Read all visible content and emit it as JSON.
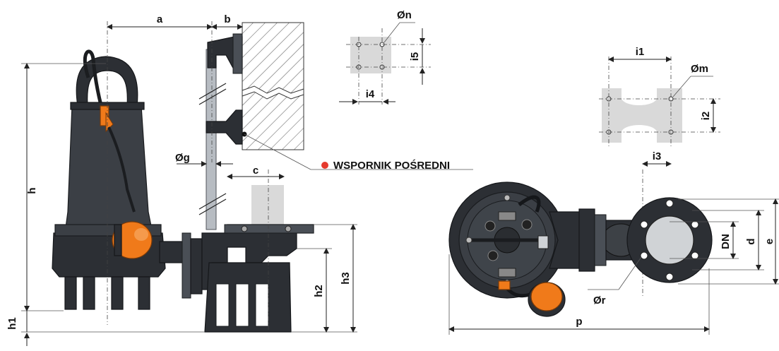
{
  "labels": {
    "a": "a",
    "b": "b",
    "c": "c",
    "h": "h",
    "h1": "h1",
    "h2": "h2",
    "h3": "h3",
    "g": "Øg",
    "n": "Øn",
    "i4": "i4",
    "i5": "i5",
    "i1": "i1",
    "i2": "i2",
    "i3": "i3",
    "m": "Øm",
    "DN": "DN",
    "d": "d",
    "e": "e",
    "r": "Ør",
    "p": "p"
  },
  "callout": {
    "text": "WSPORNIK POŚREDNI",
    "marker_color": "#e53a2e"
  },
  "colors": {
    "pump_body": "#3b3f45",
    "float_orange": "#f07a1a",
    "template_gray": "#d9d9d9",
    "pipe_gray": "#b7bcc2"
  }
}
